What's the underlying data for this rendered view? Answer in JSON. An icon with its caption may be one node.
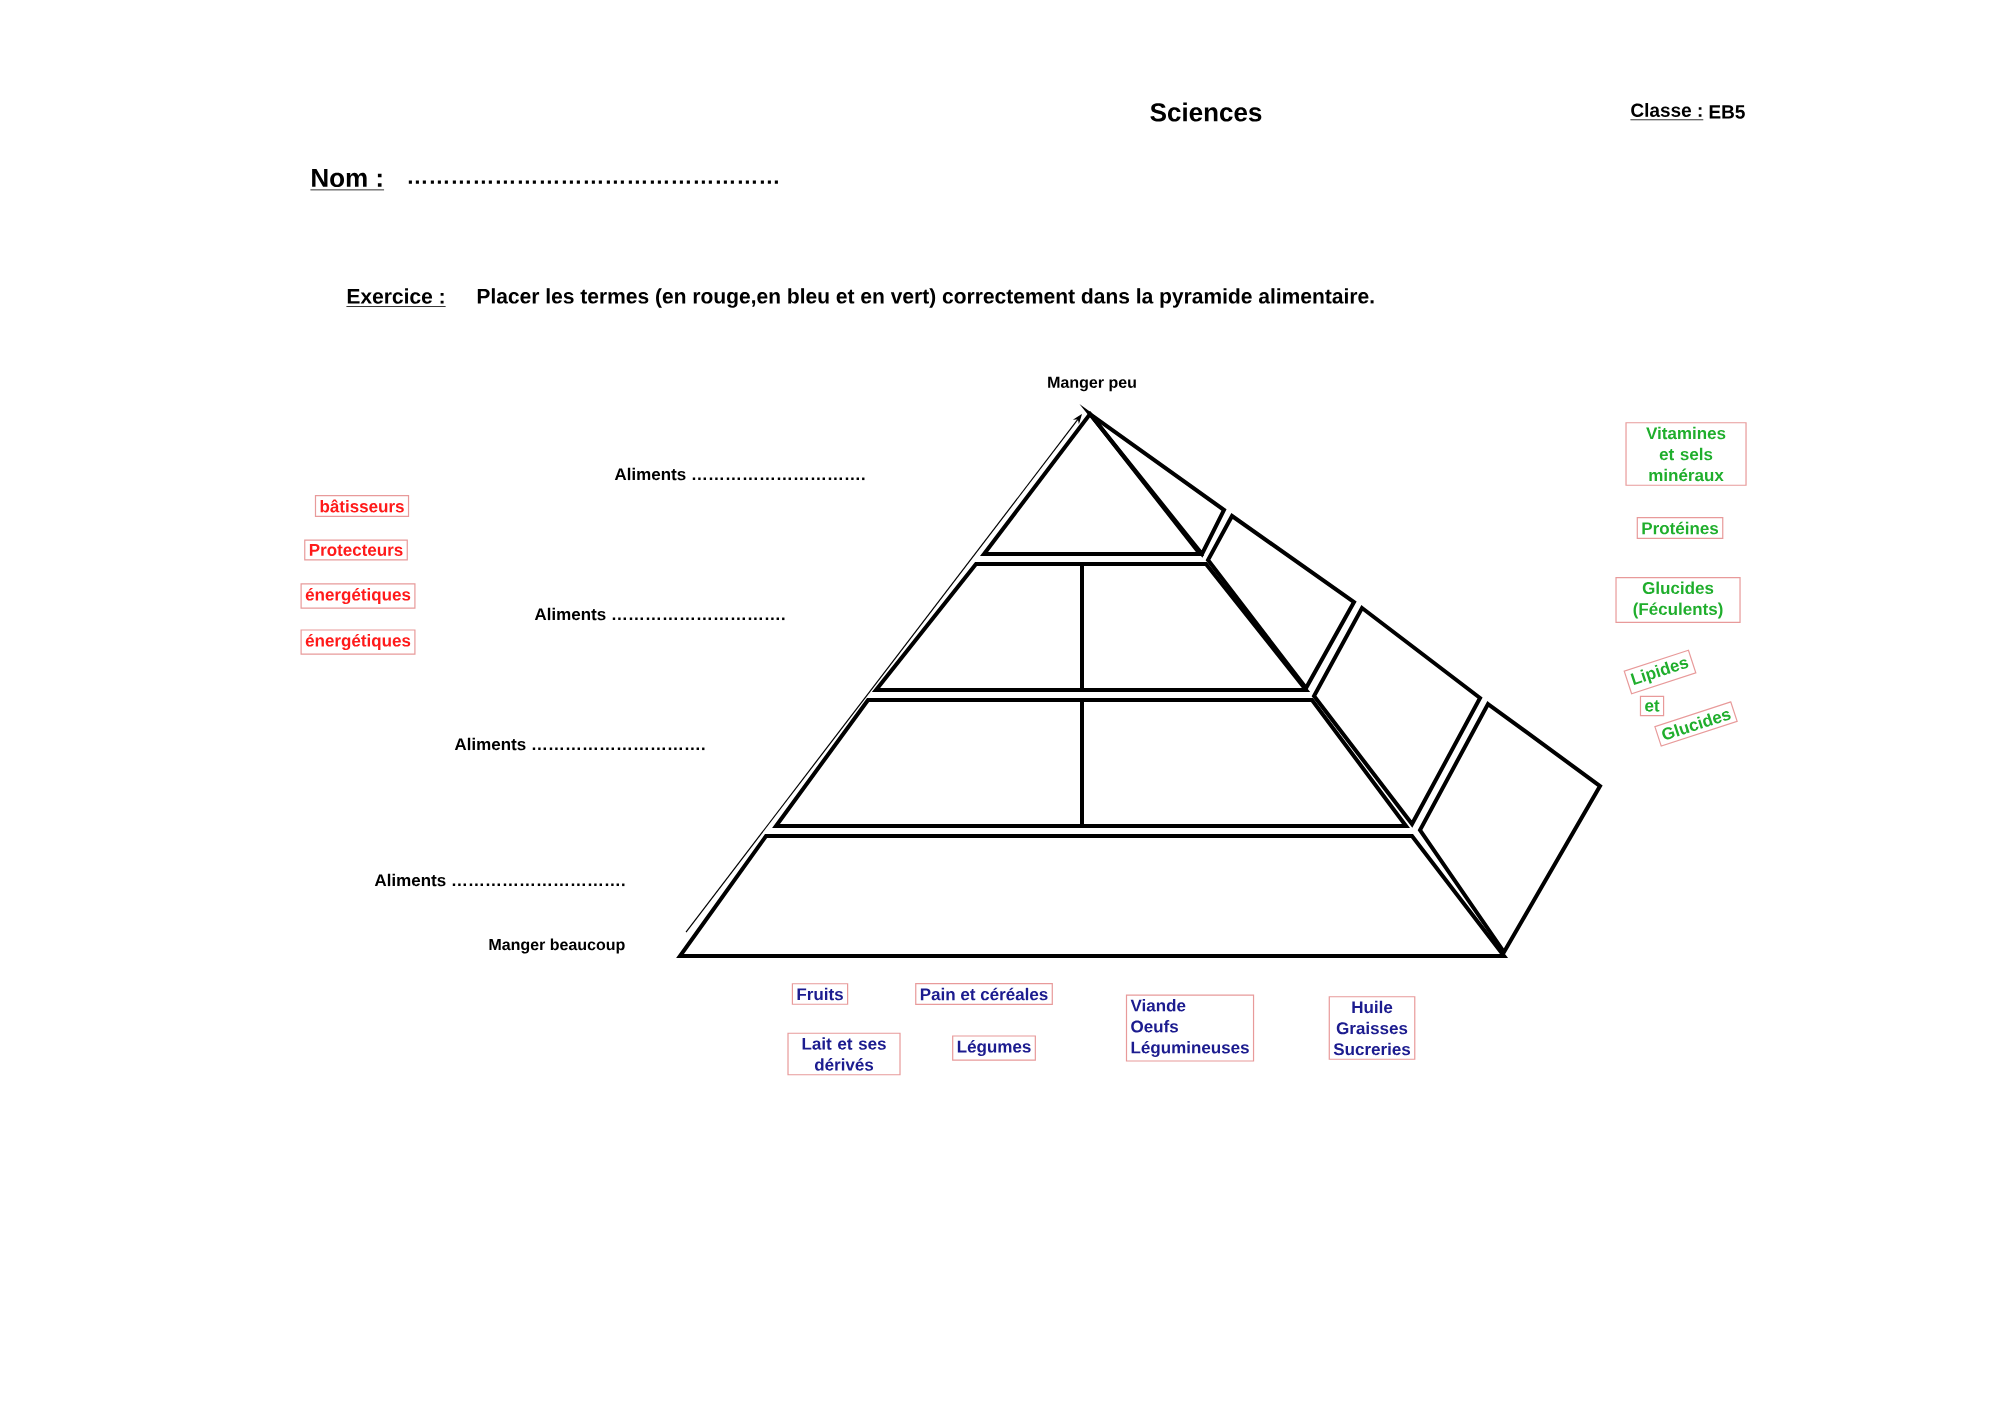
{
  "diagram": {
    "title": "Sciences",
    "nodes": [
      {
        "text": [
          "bâtisseurs"
        ]
      },
      {
        "text": [
          "Protecteurs"
        ]
      },
      {
        "text": [
          "énergétiques"
        ]
      },
      {
        "text": [
          "énergétiques"
        ]
      },
      {
        "text": [
          "Vitamines et sels minéraux"
        ]
      },
      {
        "text": [
          "Protéines"
        ]
      },
      {
        "text": [
          "Glucides (Féculents)"
        ]
      },
      {
        "text": [
          "Lipides"
        ]
      },
      {
        "text": [
          "et"
        ]
      },
      {
        "text": [
          "Glucides"
        ]
      },
      {
        "text": [
          "Fruits"
        ]
      },
      {
        "text": [
          "Pain et céréales"
        ]
      },
      {
        "text": [
          "Viande",
          "Oeufs",
          "Légumineuses"
        ]
      },
      {
        "text": [
          "Huile",
          "Graisses",
          "Sucreries"
        ]
      },
      {
        "text": [
          "Lait et ses dérivés"
        ]
      },
      {
        "text": [
          "Légumes"
        ]
      }
    ],
    "labels": [
      "Classe :",
      "EB5",
      "Nom :",
      "……………………………………………",
      "Exercice :",
      "Placer les termes (en rouge,en bleu et en vert) correctement dans la pyramide alimentaire.",
      "Manger peu",
      "Aliments ………………………….",
      "Aliments ………………………….",
      "Aliments ………………………….",
      "Aliments ………………………….",
      "Manger beaucoup"
    ]
  }
}
